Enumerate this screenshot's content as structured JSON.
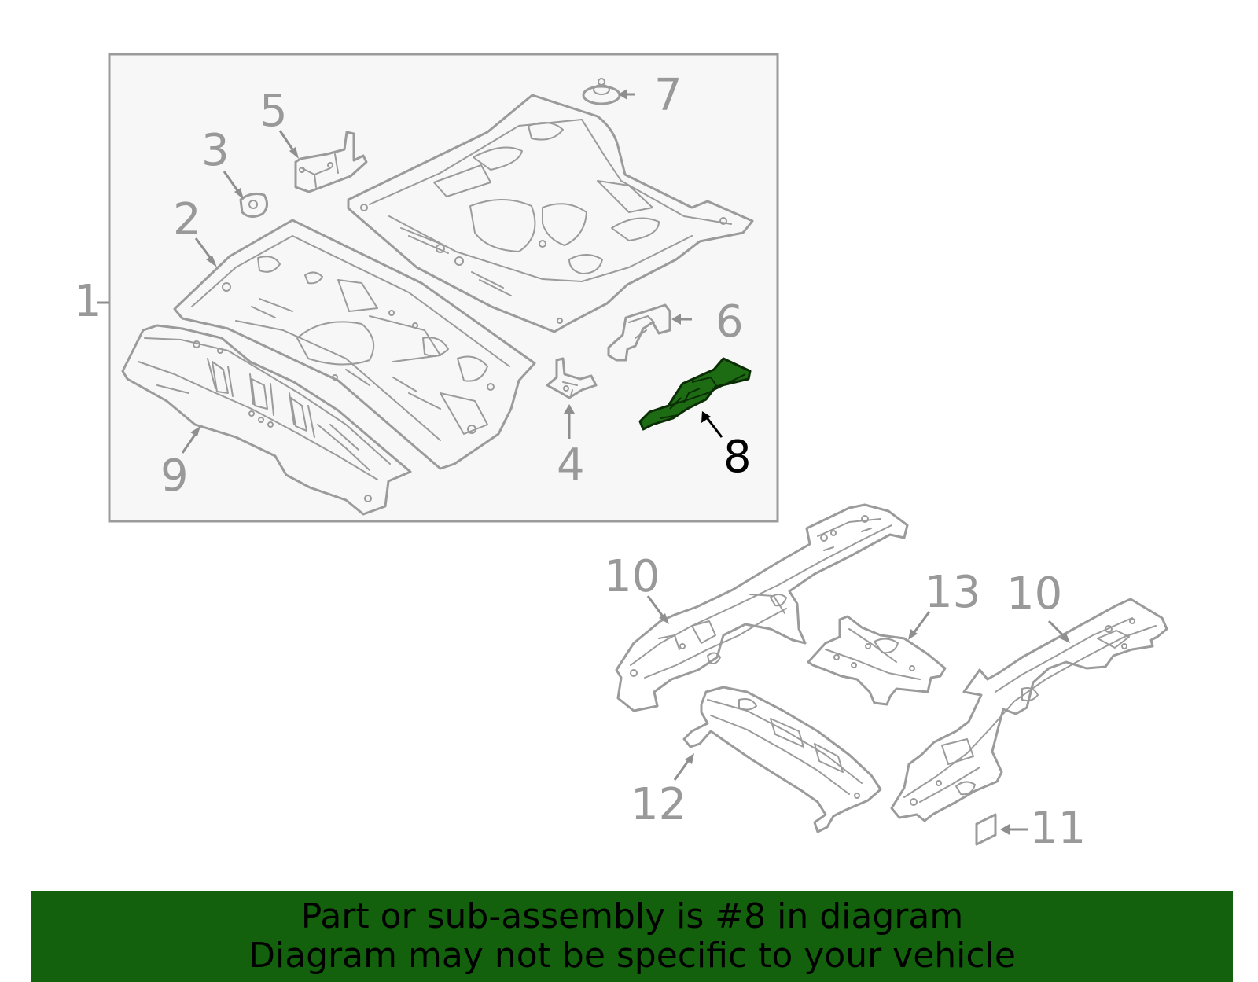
{
  "callouts": {
    "c1": "1",
    "c2": "2",
    "c3": "3",
    "c4": "4",
    "c5": "5",
    "c6": "6",
    "c7": "7",
    "c8": "8",
    "c9": "9",
    "c10a": "10",
    "c10b": "10",
    "c11": "11",
    "c12": "12",
    "c13": "13"
  },
  "highlighted_part": "8",
  "colors": {
    "highlight": "#1d6b12",
    "banner": "#13600d",
    "line_art": "#9b9b9b",
    "box_fill": "#f7f7f7"
  },
  "banner": {
    "line1": "Part or sub-assembly is #8 in diagram",
    "line2": "Diagram may not be specific to your vehicle"
  }
}
